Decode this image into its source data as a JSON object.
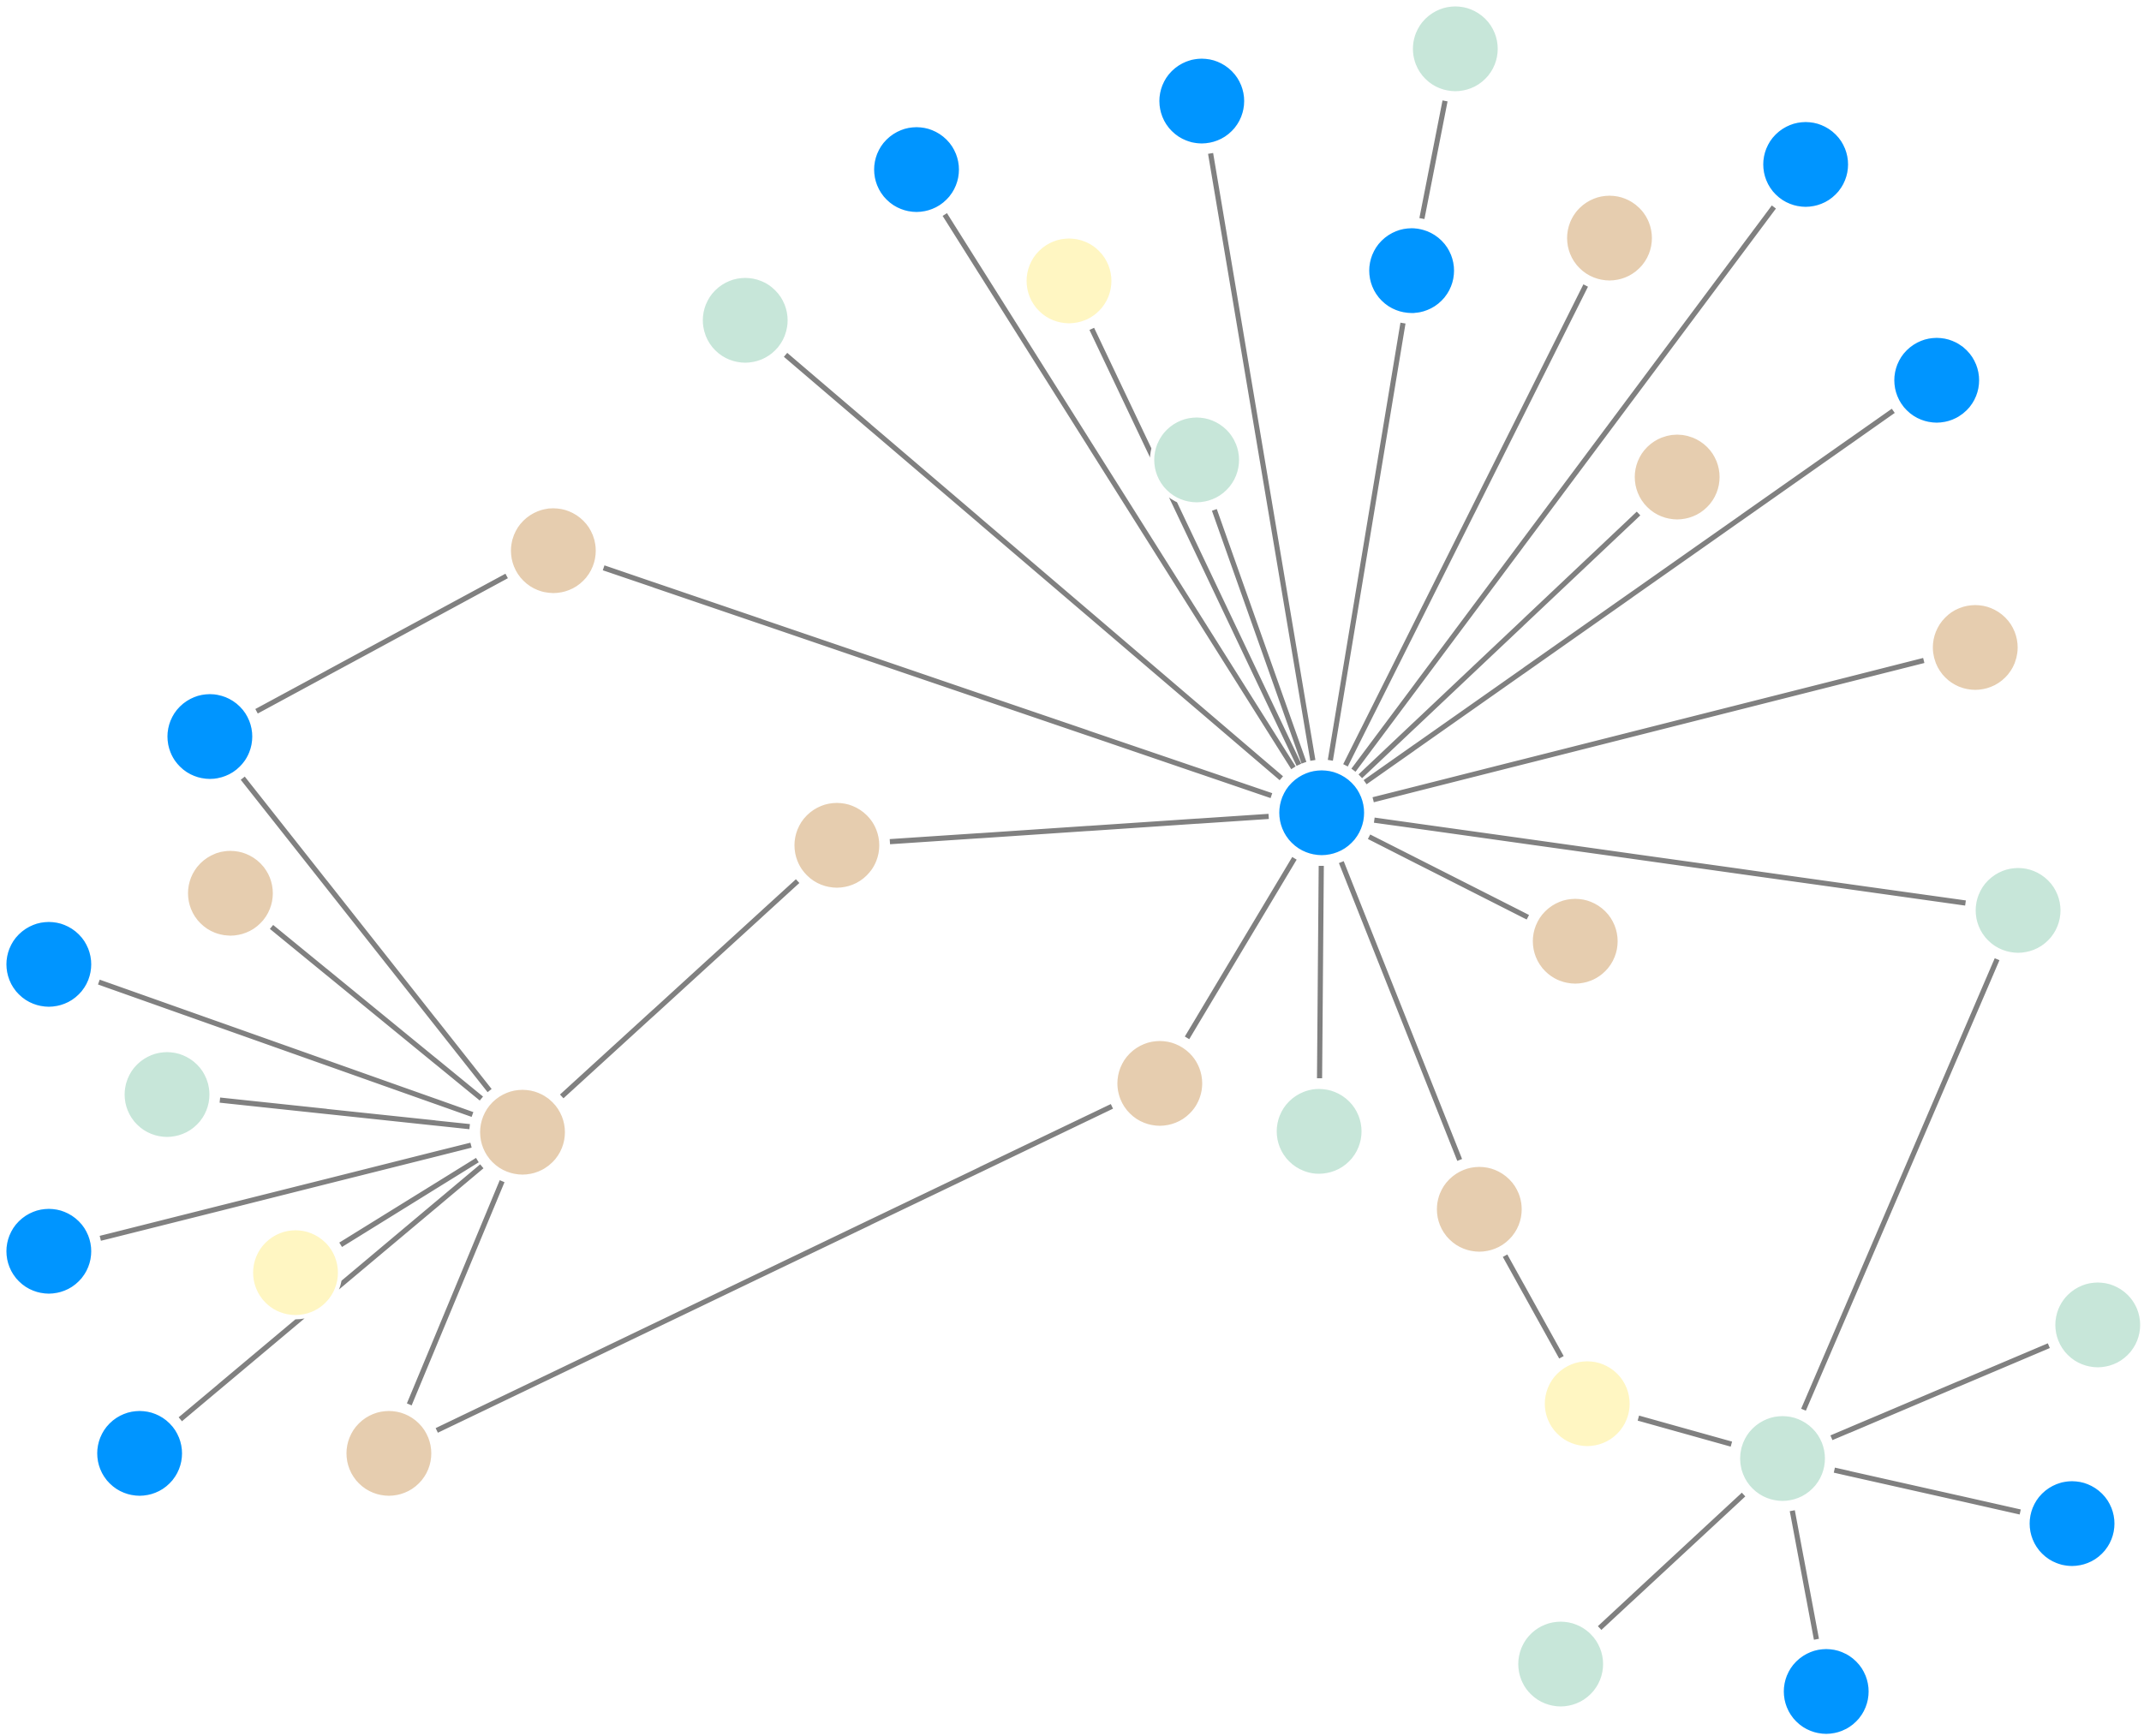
{
  "colors": {
    "blue": "#0095FF",
    "tan": "#E6CDAF",
    "mint": "#C7E6D9",
    "yellow": "#FFF6C2",
    "edge": "#808080",
    "background": "#FFFFFF"
  },
  "nodes": [
    {
      "id": "hub",
      "color": "blue"
    },
    {
      "id": "n-mint-top",
      "color": "mint"
    },
    {
      "id": "n-blue-top",
      "color": "blue"
    },
    {
      "id": "n-blue-topleft",
      "color": "blue"
    },
    {
      "id": "n-blue-mid-top",
      "color": "blue"
    },
    {
      "id": "n-yellow-top",
      "color": "yellow"
    },
    {
      "id": "n-tan-top-right",
      "color": "tan"
    },
    {
      "id": "n-blue-top-right",
      "color": "blue"
    },
    {
      "id": "n-mint-left-top",
      "color": "mint"
    },
    {
      "id": "n-mint-center",
      "color": "mint"
    },
    {
      "id": "n-blue-right",
      "color": "blue"
    },
    {
      "id": "n-tan-right",
      "color": "tan"
    },
    {
      "id": "n-tan-upper-left",
      "color": "tan"
    },
    {
      "id": "n-tan-far-right",
      "color": "tan"
    },
    {
      "id": "n-blue-left",
      "color": "blue"
    },
    {
      "id": "n-tan-center-left",
      "color": "tan"
    },
    {
      "id": "n-tan-left",
      "color": "tan"
    },
    {
      "id": "n-mint-right",
      "color": "mint"
    },
    {
      "id": "n-tan-right-low",
      "color": "tan"
    },
    {
      "id": "n-blue-far-left-top",
      "color": "blue"
    },
    {
      "id": "n-tan-cluster-hub",
      "color": "tan"
    },
    {
      "id": "n-mint-far-left",
      "color": "mint"
    },
    {
      "id": "n-tan-center",
      "color": "tan"
    },
    {
      "id": "n-mint-below-hub",
      "color": "mint"
    },
    {
      "id": "n-tan-lower-right",
      "color": "tan"
    },
    {
      "id": "n-blue-far-left-bottom",
      "color": "blue"
    },
    {
      "id": "n-yellow-left",
      "color": "yellow"
    },
    {
      "id": "n-mint-far-right",
      "color": "mint"
    },
    {
      "id": "n-yellow-right",
      "color": "yellow"
    },
    {
      "id": "n-blue-bottom-left",
      "color": "blue"
    },
    {
      "id": "n-tan-bottom-left",
      "color": "tan"
    },
    {
      "id": "n-mint-cluster2-hub",
      "color": "mint"
    },
    {
      "id": "n-blue-cluster2-right",
      "color": "blue"
    },
    {
      "id": "n-mint-bottom",
      "color": "mint"
    },
    {
      "id": "n-blue-bottom",
      "color": "blue"
    }
  ],
  "edges": [
    [
      "hub",
      "n-blue-top"
    ],
    [
      "hub",
      "n-blue-topleft"
    ],
    [
      "hub",
      "n-blue-mid-top"
    ],
    [
      "hub",
      "n-yellow-top"
    ],
    [
      "hub",
      "n-tan-top-right"
    ],
    [
      "hub",
      "n-blue-top-right"
    ],
    [
      "hub",
      "n-mint-left-top"
    ],
    [
      "hub",
      "n-mint-center"
    ],
    [
      "hub",
      "n-blue-right"
    ],
    [
      "hub",
      "n-tan-right"
    ],
    [
      "hub",
      "n-tan-upper-left"
    ],
    [
      "hub",
      "n-tan-far-right"
    ],
    [
      "hub",
      "n-tan-center-left"
    ],
    [
      "hub",
      "n-mint-right"
    ],
    [
      "hub",
      "n-tan-right-low"
    ],
    [
      "hub",
      "n-tan-center"
    ],
    [
      "hub",
      "n-mint-below-hub"
    ],
    [
      "hub",
      "n-tan-lower-right"
    ],
    [
      "n-mint-top",
      "n-blue-mid-top"
    ],
    [
      "n-tan-upper-left",
      "n-blue-left"
    ],
    [
      "n-blue-left",
      "n-tan-cluster-hub"
    ],
    [
      "n-tan-center-left",
      "n-tan-cluster-hub"
    ],
    [
      "n-tan-left",
      "n-tan-cluster-hub"
    ],
    [
      "n-blue-far-left-top",
      "n-tan-cluster-hub"
    ],
    [
      "n-mint-far-left",
      "n-tan-cluster-hub"
    ],
    [
      "n-blue-far-left-bottom",
      "n-tan-cluster-hub"
    ],
    [
      "n-yellow-left",
      "n-tan-cluster-hub"
    ],
    [
      "n-blue-bottom-left",
      "n-tan-cluster-hub"
    ],
    [
      "n-tan-bottom-left",
      "n-tan-cluster-hub"
    ],
    [
      "n-tan-center",
      "n-tan-bottom-left"
    ],
    [
      "n-tan-lower-right",
      "n-yellow-right"
    ],
    [
      "n-yellow-right",
      "n-mint-cluster2-hub"
    ],
    [
      "n-mint-right",
      "n-mint-cluster2-hub"
    ],
    [
      "n-mint-far-right",
      "n-mint-cluster2-hub"
    ],
    [
      "n-blue-cluster2-right",
      "n-mint-cluster2-hub"
    ],
    [
      "n-mint-bottom",
      "n-mint-cluster2-hub"
    ],
    [
      "n-blue-bottom",
      "n-mint-cluster2-hub"
    ]
  ]
}
